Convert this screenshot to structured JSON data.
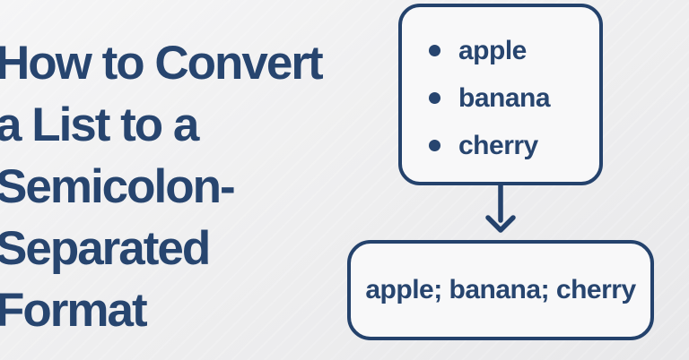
{
  "title": {
    "lines": [
      "How to Convert",
      "a List to a",
      "Semicolon-",
      "Separated",
      "Format"
    ]
  },
  "diagram": {
    "input_list": {
      "items": [
        "apple",
        "banana",
        "cherry"
      ]
    },
    "arrow": "down-arrow",
    "output": {
      "text": "apple; banana; cherry"
    }
  },
  "colors": {
    "navy_text": "#27456f",
    "box_border": "#24426c",
    "box_fill": "#f8f8f9",
    "background": "#ededee"
  }
}
